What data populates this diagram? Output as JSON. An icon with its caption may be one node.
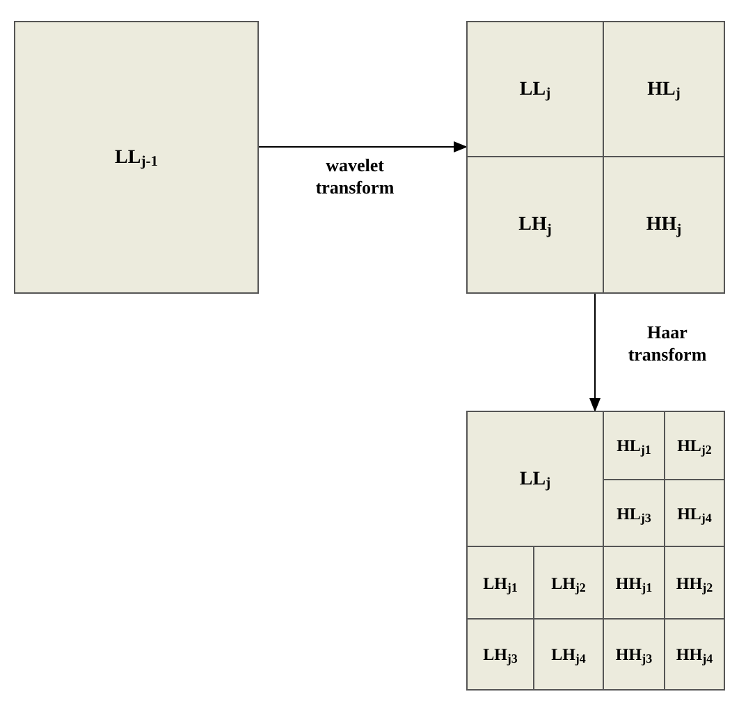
{
  "diagram": {
    "nodes": [
      {
        "text": [
          "LL$_{j-1}$"
        ]
      },
      {
        "text": [],
        "shape": "box"
      },
      {
        "text": [
          "LL$_{j}$"
        ],
        "in": 1
      },
      {
        "text": [
          "HL$_{j}$"
        ],
        "in": 1
      },
      {
        "text": [
          "LH$_{j}$"
        ],
        "in": 1
      },
      {
        "text": [
          "HH$_{j}$"
        ],
        "in": 1
      },
      {
        "text": [],
        "shape": "box"
      },
      {
        "text": [
          "LL$_{j}$"
        ],
        "in": 6
      },
      {
        "text": [
          "HL$_{j1}$"
        ],
        "in": 6
      },
      {
        "text": [
          "HL$_{j2}$"
        ],
        "in": 6
      },
      {
        "text": [
          "HL$_{j3}$"
        ],
        "in": 6
      },
      {
        "text": [
          "HL$_{j4}$"
        ],
        "in": 6
      },
      {
        "text": [
          "LH$_{j1}$"
        ],
        "in": 6
      },
      {
        "text": [
          "LH$_{j2}$"
        ],
        "in": 6
      },
      {
        "text": [
          "HH$_{j1}$"
        ],
        "in": 6
      },
      {
        "text": [
          "HH$_{j2}$"
        ],
        "in": 6
      },
      {
        "text": [
          "LH$_{j3}$"
        ],
        "in": 6
      },
      {
        "text": [
          "LH$_{j4}$"
        ],
        "in": 6
      },
      {
        "text": [
          "HH$_{j3}$"
        ],
        "in": 6
      },
      {
        "text": [
          "HH$_{j4}$"
        ],
        "in": 6
      }
    ],
    "edges": [
      {
        "from": 0,
        "to": 1,
        "arrow": "to",
        "label": "wavelet transform"
      },
      {
        "from": 1,
        "to": 6,
        "arrow": "to",
        "label": "Haar transform"
      }
    ]
  }
}
